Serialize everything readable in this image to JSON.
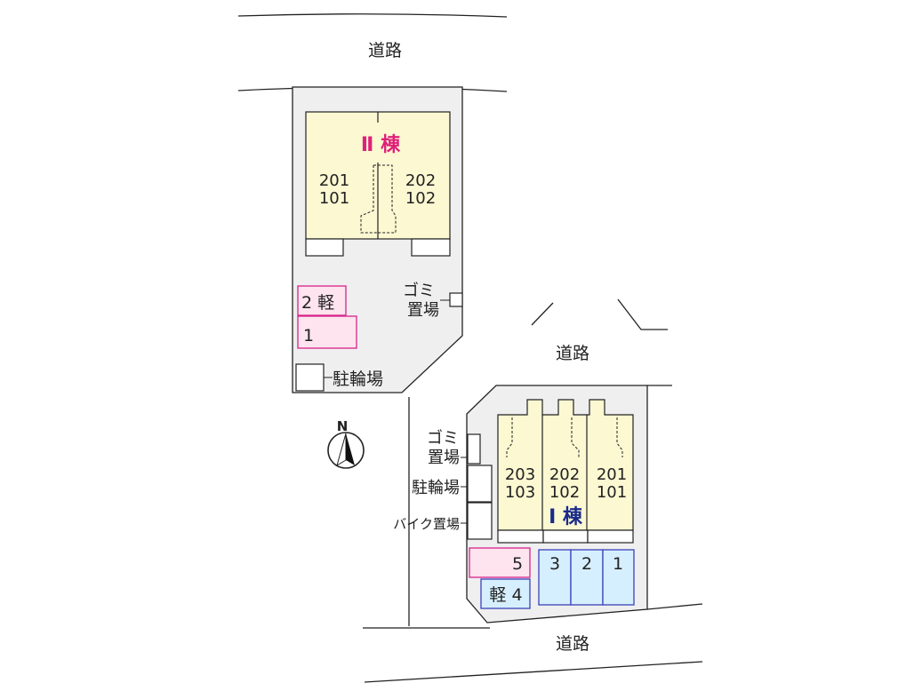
{
  "colors": {
    "lot": "#efefef",
    "building": "#fbf8d2",
    "border": "#222222",
    "bldg2_title": "#e0207a",
    "bldg1_title": "#1a2a8a",
    "pink_fill": "#fde4ee",
    "pink_border": "#d8238a",
    "blue_fill": "#d6efff",
    "blue_border": "#3a40b8"
  },
  "roads": {
    "north": "道路",
    "middle": "道路",
    "south": "道路"
  },
  "building2": {
    "title": "Ⅱ 棟",
    "left_unit_upper": "201",
    "left_unit_lower": "101",
    "right_unit_upper": "202",
    "right_unit_lower": "102",
    "garbage_line1": "ゴミ",
    "garbage_line2": "置場",
    "parking": [
      "2 軽",
      "1"
    ],
    "bicycle": "駐輪場"
  },
  "building1": {
    "title": "Ⅰ 棟",
    "units": [
      {
        "upper": "203",
        "lower": "103"
      },
      {
        "upper": "202",
        "lower": "102"
      },
      {
        "upper": "201",
        "lower": "101"
      }
    ],
    "garbage_line1": "ゴミ",
    "garbage_line2": "置場",
    "bicycle": "駐輪場",
    "bike": "バイク置場",
    "parking_pink": "5",
    "parking_kei": "軽 4",
    "parking_blue": [
      "3",
      "2",
      "1"
    ]
  },
  "compass": {
    "label": "N",
    "icon": "compass-north-icon"
  }
}
